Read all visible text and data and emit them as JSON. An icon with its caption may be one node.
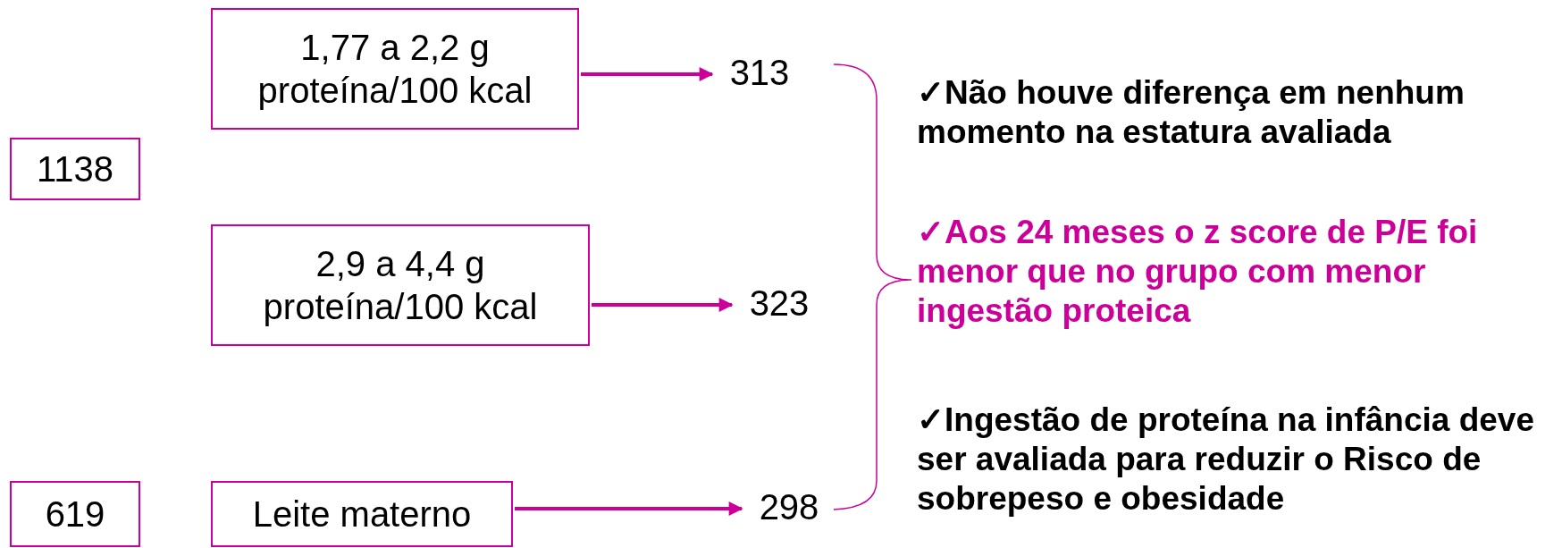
{
  "diagram": {
    "nodes": [
      {
        "text": [
          "1138"
        ]
      },
      {
        "text": [
          "1,77 a 2,2 g proteína/100 kcal"
        ]
      },
      {
        "text": [
          "2,9 a 4,4 g proteína/100 kcal"
        ]
      },
      {
        "text": [
          "619"
        ]
      },
      {
        "text": [
          "Leite materno"
        ]
      },
      {
        "text": [
          "313"
        ]
      },
      {
        "text": [
          "323"
        ]
      },
      {
        "text": [
          "298"
        ]
      }
    ],
    "edges": [
      {
        "from": 1,
        "to": 5,
        "arrow": "to"
      },
      {
        "from": 2,
        "to": 6,
        "arrow": "to"
      },
      {
        "from": 4,
        "to": 7,
        "arrow": "to"
      }
    ],
    "labels": [
      "✓Não houve diferença em nenhum momento na estatura avaliada",
      "✓Aos 24 meses o z score de P/E foi menor que no grupo com menor ingestão proteica",
      "✓Ingestão de proteína na infância deve ser avaliada para reduzir o Risco de sobrepeso e obesidade"
    ]
  }
}
